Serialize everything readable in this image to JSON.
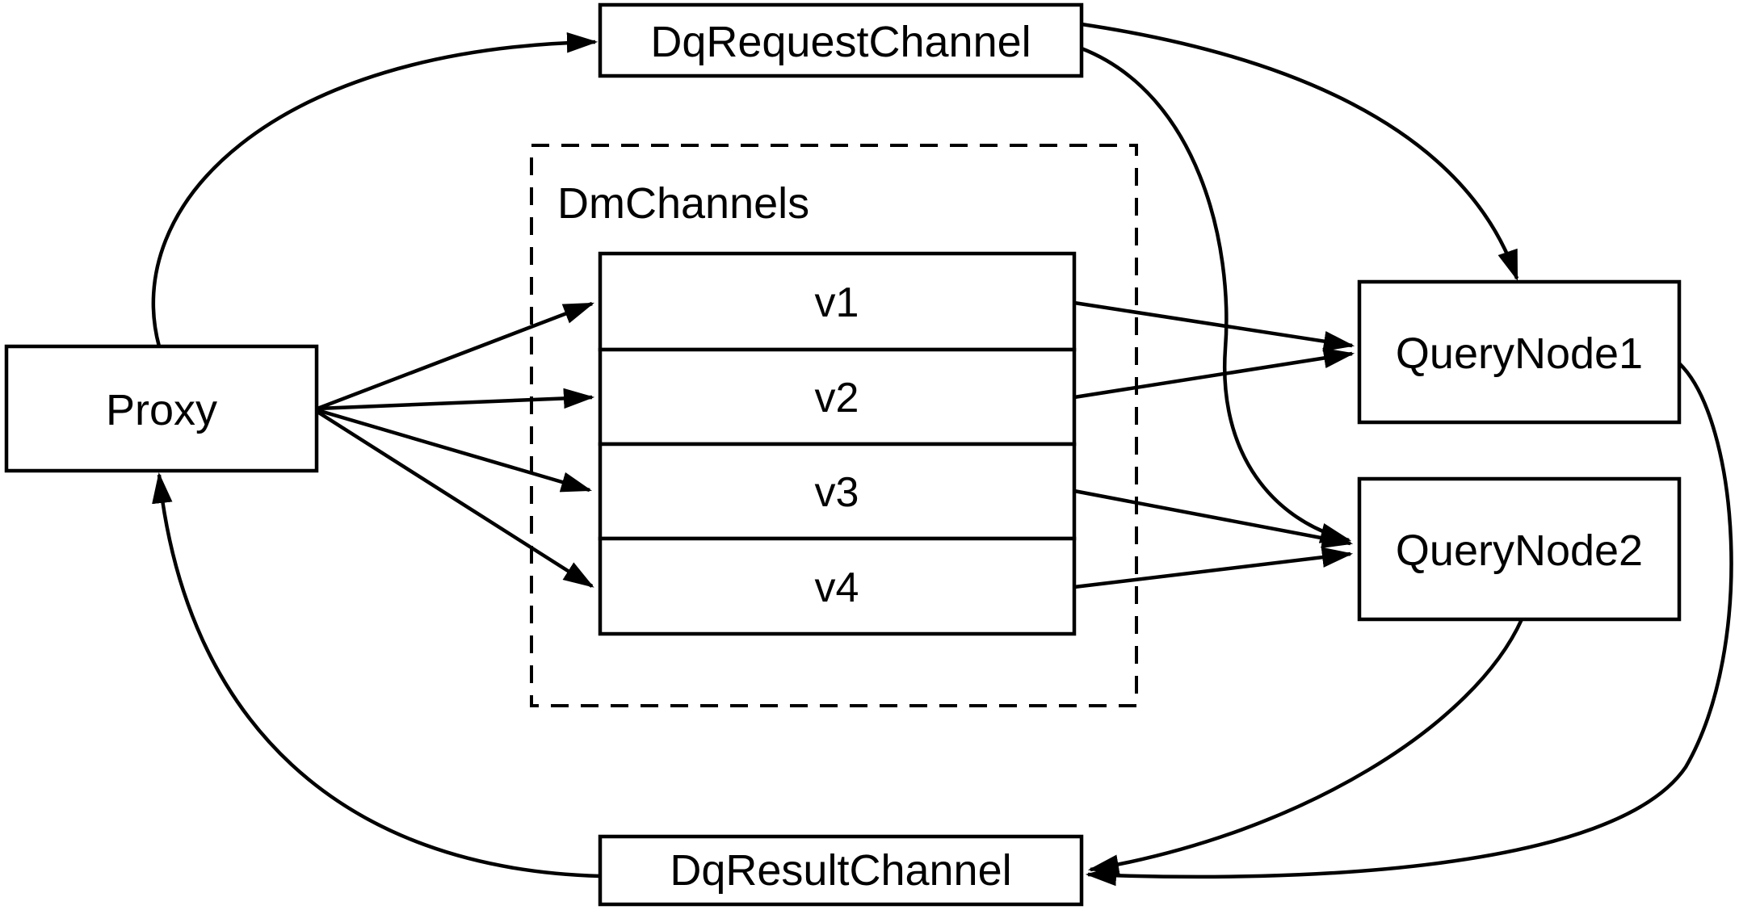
{
  "page": {
    "background": "#ffffff"
  },
  "diagram": {
    "type": "flow-diagram",
    "colors": {
      "stroke": "#000000",
      "node_fill": "#ffffff",
      "text": "#000000"
    },
    "nodes": {
      "proxy": {
        "label": "Proxy"
      },
      "dq_request_channel": {
        "label": "DqRequestChannel"
      },
      "dm_channels": {
        "label": "DmChannels",
        "channels": [
          {
            "label": "v1"
          },
          {
            "label": "v2"
          },
          {
            "label": "v3"
          },
          {
            "label": "v4"
          }
        ]
      },
      "query_node_1": {
        "label": "QueryNode1"
      },
      "query_node_2": {
        "label": "QueryNode2"
      },
      "dq_result_channel": {
        "label": "DqResultChannel"
      }
    },
    "edges": [
      {
        "from": "Proxy",
        "to": "DqRequestChannel"
      },
      {
        "from": "Proxy",
        "to": "v1"
      },
      {
        "from": "Proxy",
        "to": "v2"
      },
      {
        "from": "Proxy",
        "to": "v3"
      },
      {
        "from": "Proxy",
        "to": "v4"
      },
      {
        "from": "v1",
        "to": "QueryNode1"
      },
      {
        "from": "v2",
        "to": "QueryNode1"
      },
      {
        "from": "v3",
        "to": "QueryNode2"
      },
      {
        "from": "v4",
        "to": "QueryNode2"
      },
      {
        "from": "DqRequestChannel",
        "to": "QueryNode1"
      },
      {
        "from": "DqRequestChannel",
        "to": "QueryNode2"
      },
      {
        "from": "QueryNode1",
        "to": "DqResultChannel"
      },
      {
        "from": "QueryNode2",
        "to": "DqResultChannel"
      },
      {
        "from": "DqResultChannel",
        "to": "Proxy"
      }
    ]
  }
}
